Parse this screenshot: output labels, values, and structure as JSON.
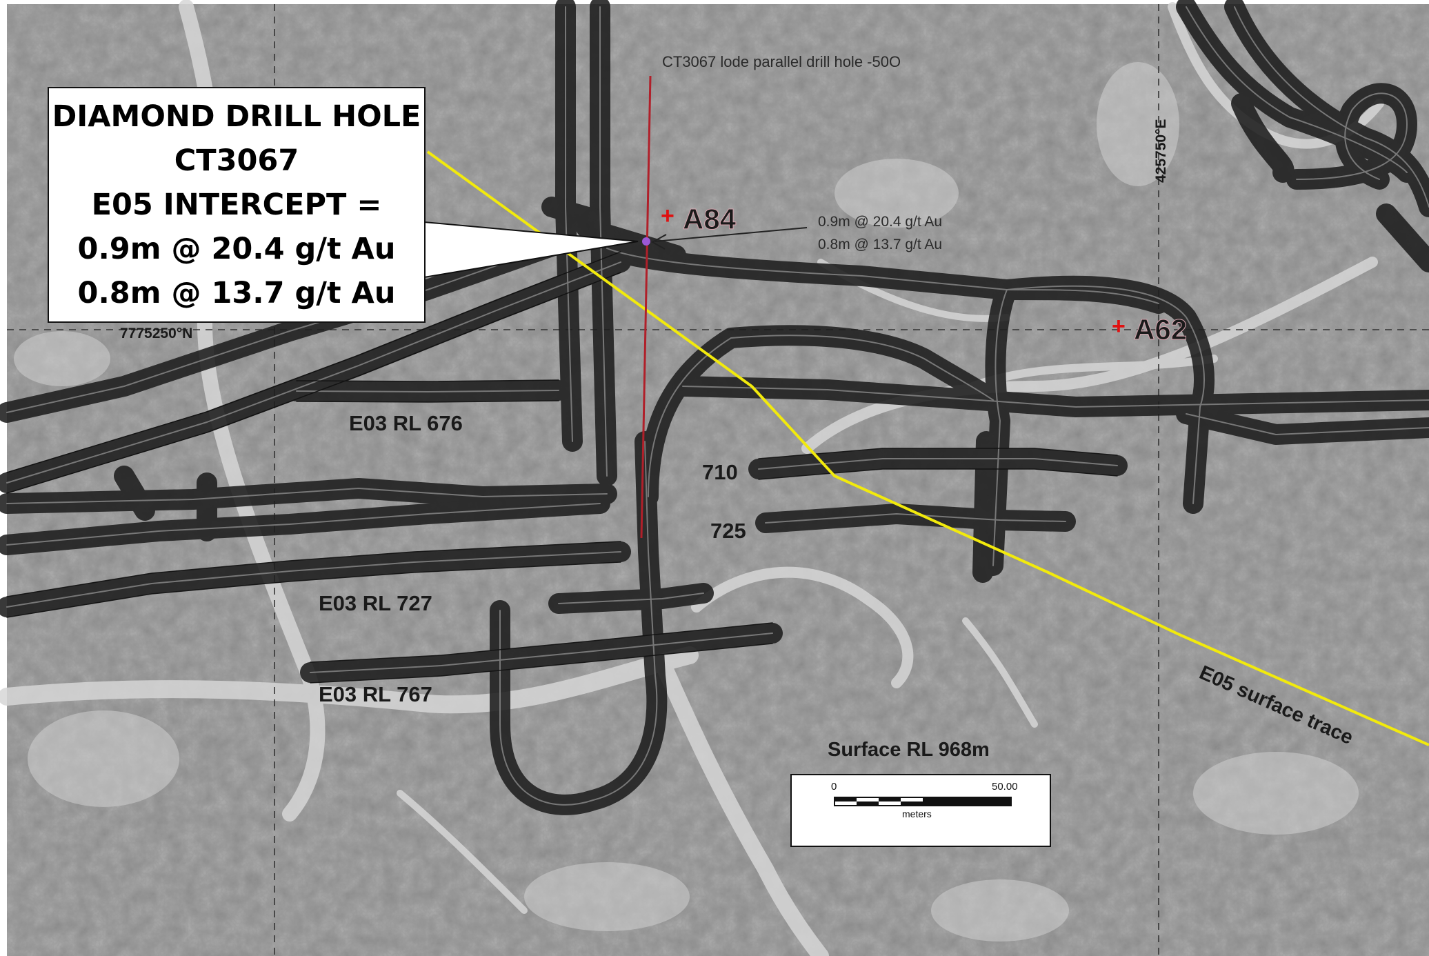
{
  "callout": {
    "lines": [
      "DIAMOND DRILL HOLE",
      "CT3067",
      "E05 INTERCEPT =",
      "0.9m @ 20.4 g/t Au",
      "0.8m @ 13.7 g/t Au"
    ]
  },
  "drill_hole": {
    "title": "CT3067 lode parallel drill hole -50O",
    "intercept_1": "0.9m @ 20.4 g/t Au",
    "intercept_2": "0.8m @ 13.7 g/t Au",
    "color": "#b0202a"
  },
  "points": [
    {
      "label": "A84",
      "color": "#e01010"
    },
    {
      "label": "A62",
      "color": "#e01010"
    }
  ],
  "grid": {
    "northing": "7775250°N",
    "easting": "425750°E"
  },
  "levels": [
    "E03 RL 676",
    "E03 RL 727",
    "E03 RL 767",
    "710",
    "725"
  ],
  "surface_trace": {
    "label": "E05 surface trace",
    "color": "#f2ea0c"
  },
  "surface_rl": "Surface RL 968m",
  "scale": {
    "start": "0",
    "end": "50.00",
    "unit": "meters"
  }
}
